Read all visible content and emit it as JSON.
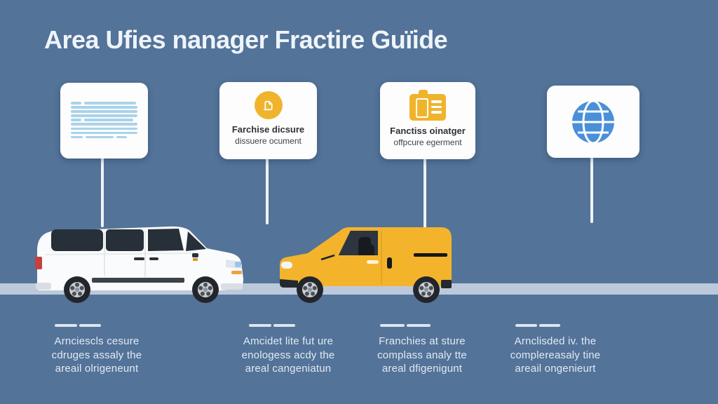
{
  "title": "Area Ufies nanager Fractire Guïide",
  "cards": [
    {
      "name": "document-text-card",
      "icon": "text-lines-icon"
    },
    {
      "name": "franchise-disclosure-card",
      "icon": "document-circle-icon",
      "line1": "Farchise dicsure",
      "line2": "dissuere ocument"
    },
    {
      "name": "franchise-manager-card",
      "icon": "id-card-icon",
      "line1": "Fanctiss oinatger",
      "line2": "offpcure egerment"
    },
    {
      "name": "globe-card",
      "icon": "globe-icon"
    }
  ],
  "captions": [
    {
      "lines": [
        "Arnciescls cesure",
        "cdruges assaly the",
        "areail olrigeneunt"
      ]
    },
    {
      "lines": [
        "Amcidet lite fut ure",
        "enologess acdy the",
        "areal cangeniatun"
      ]
    },
    {
      "lines": [
        "Franchies at sture",
        "complass analy tte",
        "areal dfigenigunt"
      ]
    },
    {
      "lines": [
        "Arnclisded iv. the",
        "complereasaly tine",
        "areail ongenieurt"
      ]
    }
  ],
  "vehicles": [
    {
      "name": "white-van"
    },
    {
      "name": "yellow-van"
    }
  ],
  "colors": {
    "background": "#537399",
    "road_band": "#bcc9dc",
    "accent_yellow": "#f0b42c",
    "globe_blue": "#4a90d8",
    "doc_lines_blue": "#a9d3ea",
    "card_text_dark": "#2e3134",
    "caption_text": "#e3eaf3"
  }
}
